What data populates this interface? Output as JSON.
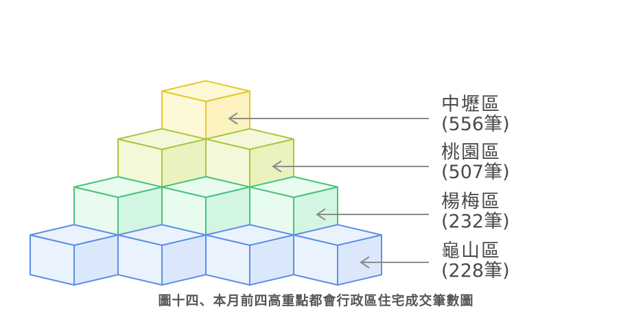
{
  "levels": [
    {
      "name": "中壢區",
      "count": "(556筆)",
      "fill": "#fdf8d6",
      "side": "#fbf2bf",
      "stroke": "#e2c92a"
    },
    {
      "name": "桃園區",
      "count": "(507筆)",
      "fill": "#f4f8d8",
      "side": "#eaf2c0",
      "stroke": "#a8c63b"
    },
    {
      "name": "楊梅區",
      "count": "(232筆)",
      "fill": "#e7fbef",
      "side": "#d3f6e2",
      "stroke": "#45c27a"
    },
    {
      "name": "龜山區",
      "count": "(228筆)",
      "fill": "#eaf2fd",
      "side": "#dbe8fc",
      "stroke": "#5b8ee6"
    }
  ],
  "caption": "圖十四、本月前四高重點都會行政區住宅成交筆數圖",
  "arrow_color": "#8a8a8a"
}
